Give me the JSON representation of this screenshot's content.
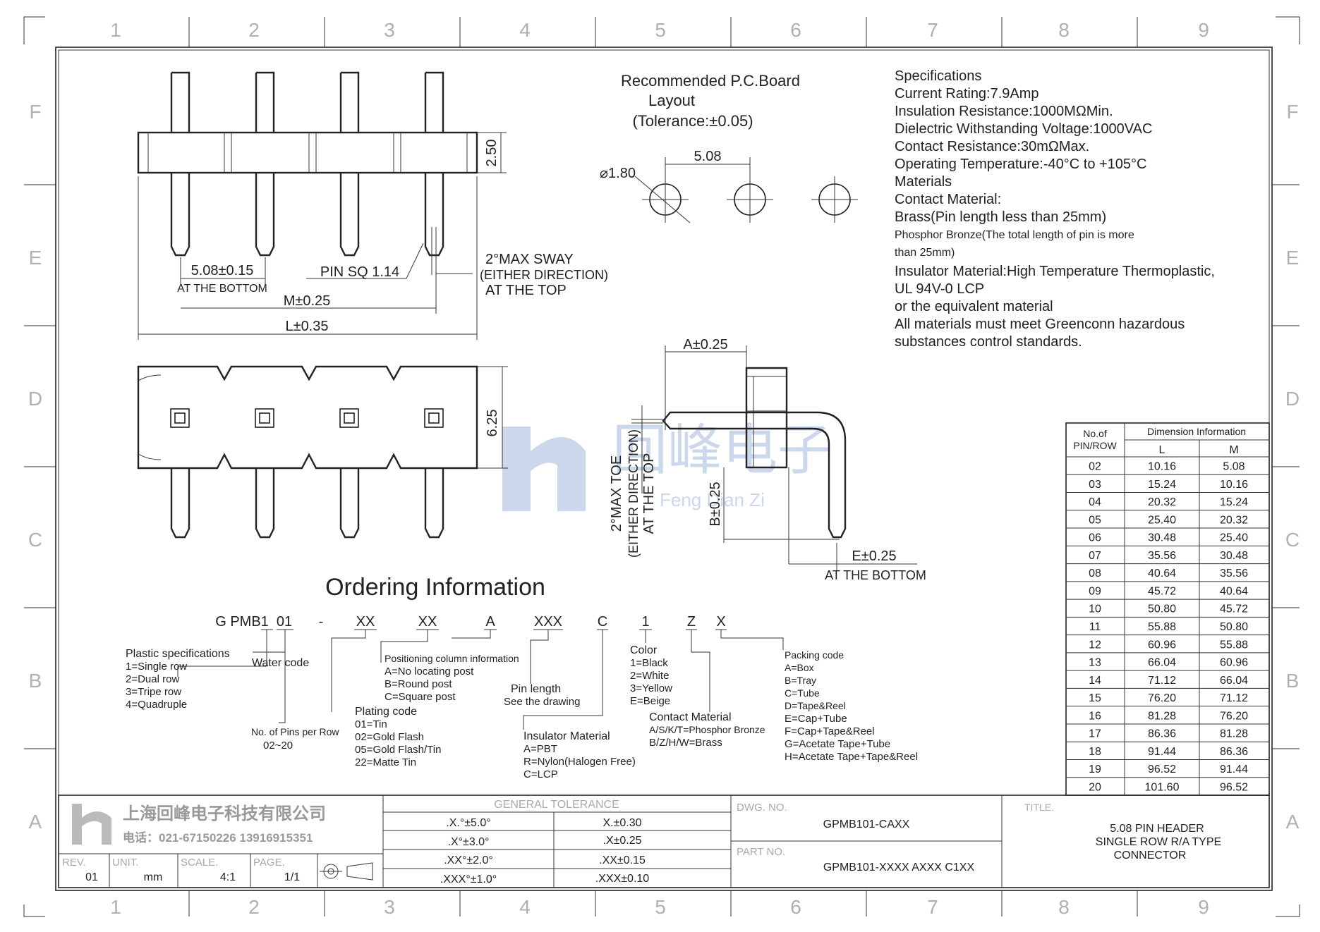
{
  "frame": {
    "columns": [
      "1",
      "2",
      "3",
      "4",
      "5",
      "6",
      "7",
      "8",
      "9"
    ],
    "rows": [
      "F",
      "E",
      "D",
      "C",
      "B",
      "A"
    ]
  },
  "pcb": {
    "title_line1": "Recommended P.C.Board",
    "title_line2": "Layout",
    "tolerance": "(Tolerance:±0.05)",
    "hole_dia": "⌀1.80",
    "pitch": "5.08"
  },
  "front_view": {
    "height": "2.50",
    "pitch": "5.08±0.15",
    "pitch_note": "AT THE BOTTOM",
    "pin_sq": "PIN SQ 1.14",
    "m_dim": "M±0.25",
    "l_dim": "L±0.35",
    "sway_line1": "2°MAX SWAY",
    "sway_line2": "(EITHER DIRECTION)",
    "sway_line3": "AT THE TOP"
  },
  "top_view": {
    "width": "6.25"
  },
  "side_view": {
    "a_dim": "A±0.25",
    "b_dim": "B±0.25",
    "e_dim": "E±0.25",
    "e_note": "AT THE BOTTOM",
    "toe_line1": "2°MAX TOE",
    "toe_line2": "(EITHER DIRECTION)",
    "toe_line3": "AT THE TOP"
  },
  "watermark": {
    "cn": "回峰电子",
    "en": "Feng Dian Zi"
  },
  "specs": {
    "lines": [
      "Specifications",
      "Current Rating:7.9Amp",
      "Insulation Resistance:1000MΩMin.",
      "Dielectric Withstanding Voltage:1000VAC",
      "Contact Resistance:30mΩMax.",
      "Operating Temperature:-40°C to +105°C",
      "Materials",
      "Contact Material:",
      "Brass(Pin length less than 25mm)",
      "Phosphor Bronze(The total length of pin is more",
      "than 25mm)",
      "Insulator Material:High Temperature Thermoplastic,",
      "UL 94V-0 LCP",
      "or the equivalent material",
      "All materials must meet Greenconn hazardous",
      "substances control standards."
    ]
  },
  "dim_table": {
    "header_left": [
      "No.of",
      "PIN/ROW"
    ],
    "header_group": "Dimension Information",
    "col_l": "L",
    "col_m": "M",
    "rows": [
      [
        "02",
        "10.16",
        "5.08"
      ],
      [
        "03",
        "15.24",
        "10.16"
      ],
      [
        "04",
        "20.32",
        "15.24"
      ],
      [
        "05",
        "25.40",
        "20.32"
      ],
      [
        "06",
        "30.48",
        "25.40"
      ],
      [
        "07",
        "35.56",
        "30.48"
      ],
      [
        "08",
        "40.64",
        "35.56"
      ],
      [
        "09",
        "45.72",
        "40.64"
      ],
      [
        "10",
        "50.80",
        "45.72"
      ],
      [
        "11",
        "55.88",
        "50.80"
      ],
      [
        "12",
        "60.96",
        "55.88"
      ],
      [
        "13",
        "66.04",
        "60.96"
      ],
      [
        "14",
        "71.12",
        "66.04"
      ],
      [
        "15",
        "76.20",
        "71.12"
      ],
      [
        "16",
        "81.28",
        "76.20"
      ],
      [
        "17",
        "86.36",
        "81.28"
      ],
      [
        "18",
        "91.44",
        "86.36"
      ],
      [
        "19",
        "96.52",
        "91.44"
      ],
      [
        "20",
        "101.60",
        "96.52"
      ]
    ]
  },
  "ordering": {
    "title": "Ordering Information",
    "code": [
      "G PMB1",
      "01",
      "-",
      "XX",
      "XX",
      "A",
      "XXX",
      "C",
      "1",
      "Z",
      "X"
    ],
    "plastic": [
      "Plastic specifications",
      "1=Single row",
      "2=Dual row",
      "3=Tripe row",
      "4=Quadruple"
    ],
    "water": "Water code",
    "pins_per_row": [
      "No. of Pins per Row",
      "02~20"
    ],
    "plating": [
      "Plating code",
      "01=Tin",
      "02=Gold Flash",
      "05=Gold Flash/Tin",
      "22=Matte Tin"
    ],
    "positioning": [
      "Positioning column information",
      "A=No locating post",
      "B=Round post",
      "C=Square post"
    ],
    "pin_length": [
      "Pin length",
      "See the drawing"
    ],
    "insulator": [
      "Insulator Material",
      "A=PBT",
      "R=Nylon(Halogen Free)",
      "C=LCP"
    ],
    "color": [
      "Color",
      "1=Black",
      "2=White",
      "3=Yellow",
      "E=Beige"
    ],
    "contact": [
      "Contact Material",
      "A/S/K/T=Phosphor Bronze",
      "B/Z/H/W=Brass"
    ],
    "packing": [
      "Packing code",
      "A=Box",
      "B=Tray",
      "C=Tube",
      "D=Tape&Reel",
      "E=Cap+Tube",
      "F=Cap+Tape&Reel",
      "G=Acetate Tape+Tube",
      "H=Acetate Tape+Tape&Reel"
    ]
  },
  "title_block": {
    "company_cn": "上海回峰电子科技有限公司",
    "phone": "电话：021-67150226  13916915351",
    "rev_label": "REV.",
    "rev": "01",
    "unit_label": "UNIT.",
    "unit": "mm",
    "scale_label": "SCALE.",
    "scale": "4:1",
    "page_label": "PAGE.",
    "page": "1/1",
    "tol_label": "GENERAL TOLERANCE",
    "tol": [
      [
        ".X.°±5.0°",
        "X.±0.30"
      ],
      [
        ".X°±3.0°",
        ".X±0.25"
      ],
      [
        ".XX°±2.0°",
        ".XX±0.15"
      ],
      [
        ".XXX°±1.0°",
        ".XXX±0.10"
      ]
    ],
    "dwg_label": "DWG. NO.",
    "dwg_no": "GPMB101-CAXX",
    "part_label": "PART NO.",
    "part_no": "GPMB101-XXXX AXXX C1XX",
    "title_label": "TITLE.",
    "title_lines": [
      "5.08 PIN HEADER",
      "SINGLE ROW R/A TYPE",
      "CONNECTOR"
    ]
  }
}
